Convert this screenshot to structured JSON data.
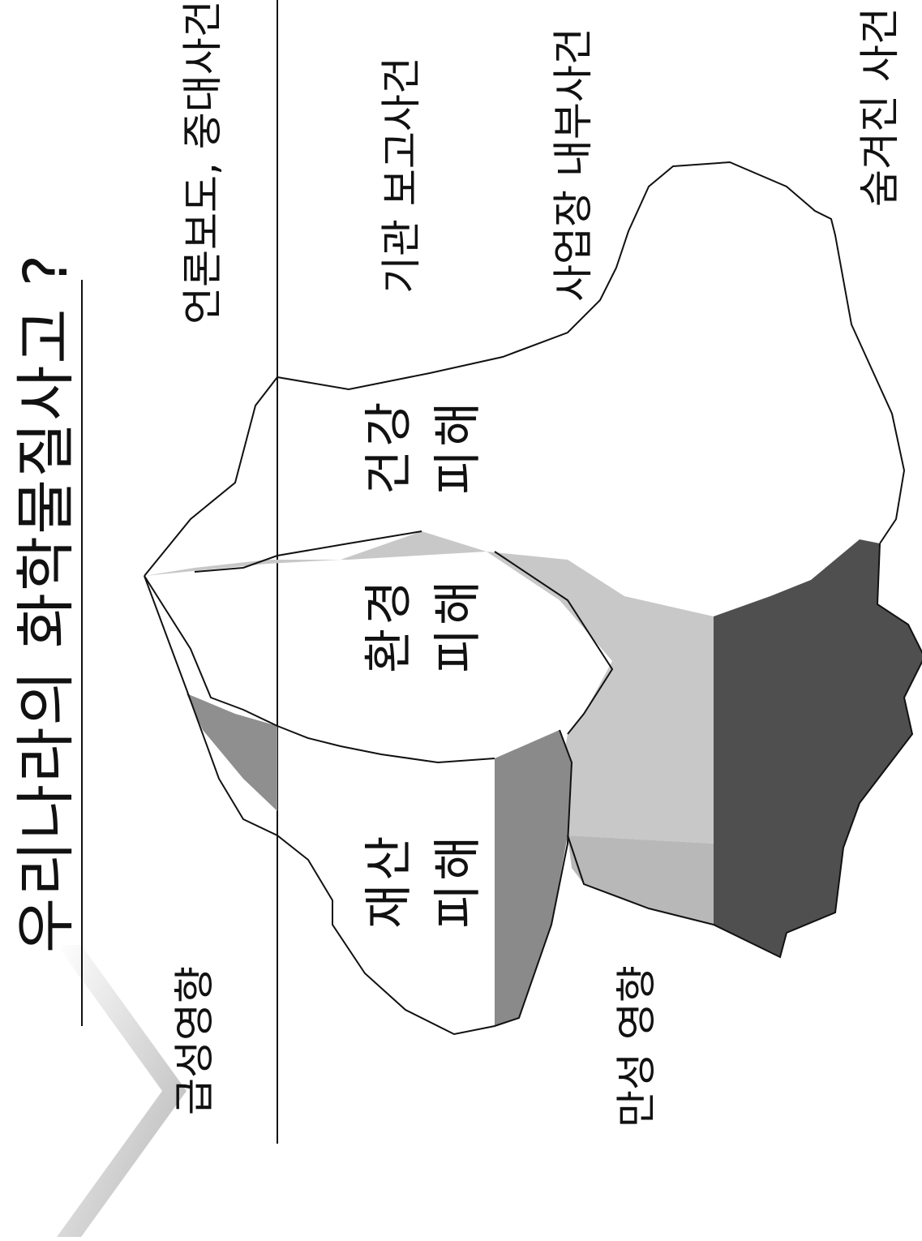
{
  "title": "우리나라의 화학물질사고 ?",
  "levels": [
    "언론보도, 중대사건",
    "기관 보고사건",
    "사업장 내부사건",
    "숨겨진 사건"
  ],
  "effects": {
    "acute": "급성영향",
    "chronic": "만성 영향"
  },
  "regions": {
    "property": [
      "재산",
      "피해"
    ],
    "environment": [
      "환경",
      "피해"
    ],
    "health": [
      "건강",
      "피해"
    ]
  },
  "colors": {
    "light_gray": "#c8c8c8",
    "mid_gray": "#8a8a8a",
    "dark_gray": "#555555",
    "line": "#111111"
  }
}
